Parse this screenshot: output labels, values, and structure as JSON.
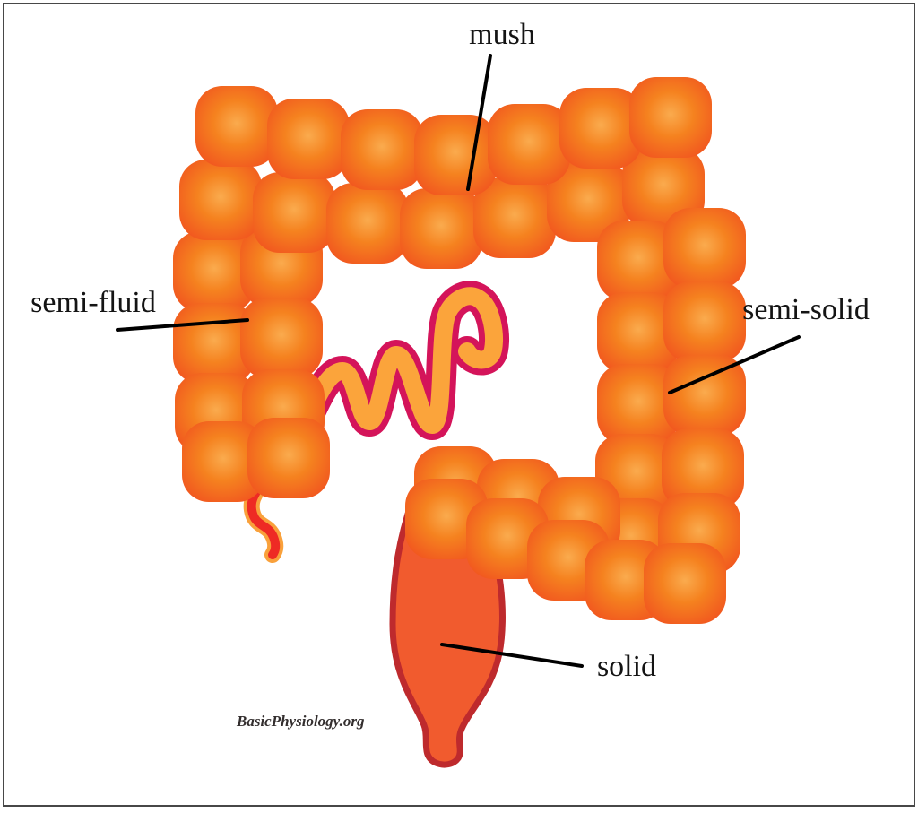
{
  "figure": {
    "labels": {
      "mush": "mush",
      "semi_fluid": "semi-fluid",
      "semi_solid": "semi-solid",
      "solid": "solid"
    },
    "watermark": "BasicPhysiology.org"
  },
  "palette": {
    "background": "#FFFFFF",
    "border": "#474747",
    "label-text": "#141414",
    "leader-line": "#000000",
    "haustra-center": "#FAAB4E",
    "haustra-mid": "#F5821F",
    "haustra-edge": "#F1561F",
    "ileum-outline": "#D4145A",
    "ileum-fill": "#FBA43B",
    "appendix-outline": "#F9A13B",
    "appendix-fill": "#EE2B24",
    "rectum-fill": "#F15B2E",
    "rectum-outline": "#BE2A2D"
  }
}
